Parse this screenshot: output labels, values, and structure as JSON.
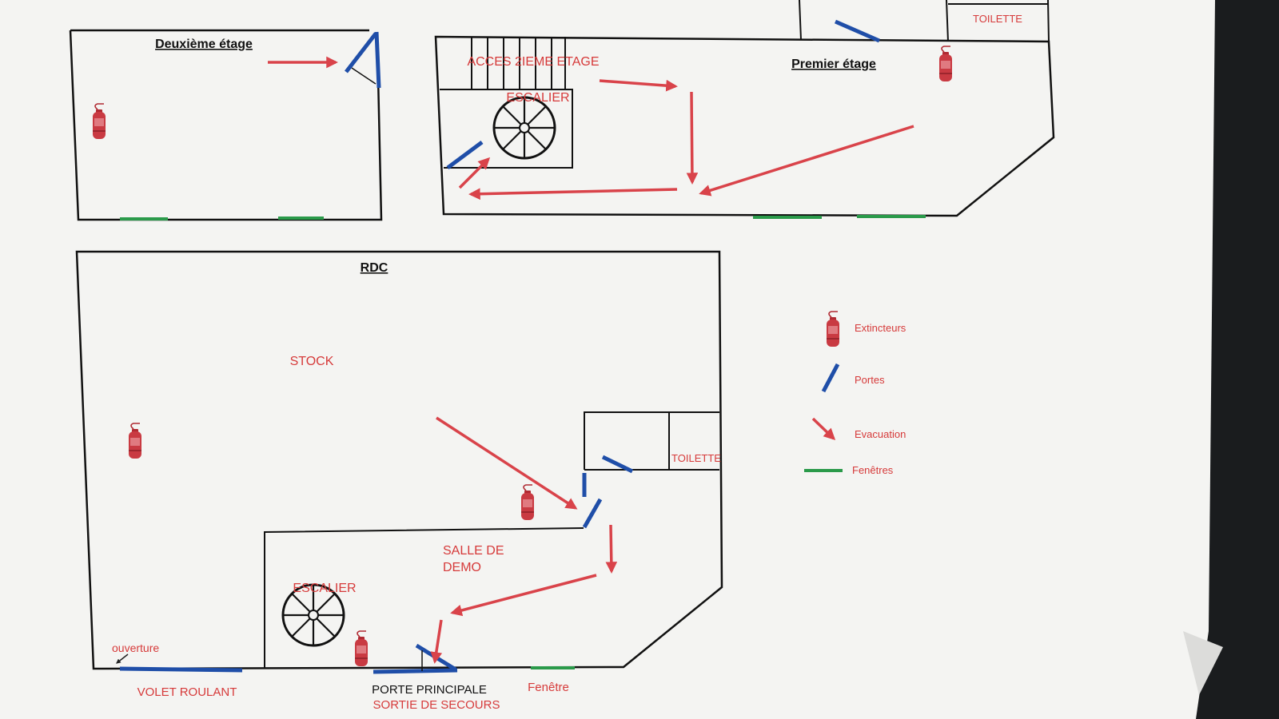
{
  "floors": {
    "second": {
      "title": "Deuxième étage"
    },
    "first": {
      "title": "Premier étage",
      "toilet": "TOILETTE",
      "access": "ACCES 2IEME ETAGE",
      "stair": "ESCALIER"
    },
    "ground": {
      "title": "RDC",
      "stock": "STOCK",
      "toilet": "TOILETTE",
      "demo_line1": "SALLE DE",
      "demo_line2": "DEMO",
      "stair": "ESCALIER",
      "opening": "ouverture",
      "shutter": "VOLET ROULANT",
      "main_door_line1": "PORTE PRINCIPALE",
      "main_door_line2": "SORTIE DE SECOURS",
      "window": "Fenêtre"
    }
  },
  "legend": {
    "extinguishers": "Extincteurs",
    "doors": "Portes",
    "evacuation": "Evacuation",
    "windows": "Fenêtres"
  },
  "colors": {
    "wall": "#111111",
    "evacuation_red": "#d9434a",
    "door_blue": "#1f4ea8",
    "window_green": "#2a9a4a",
    "label_red": "#d63a3a",
    "paper": "#f4f4f2"
  },
  "icons": {
    "extinguisher": "fire-extinguisher-icon",
    "spiral_stair": "spiral-staircase-icon"
  }
}
